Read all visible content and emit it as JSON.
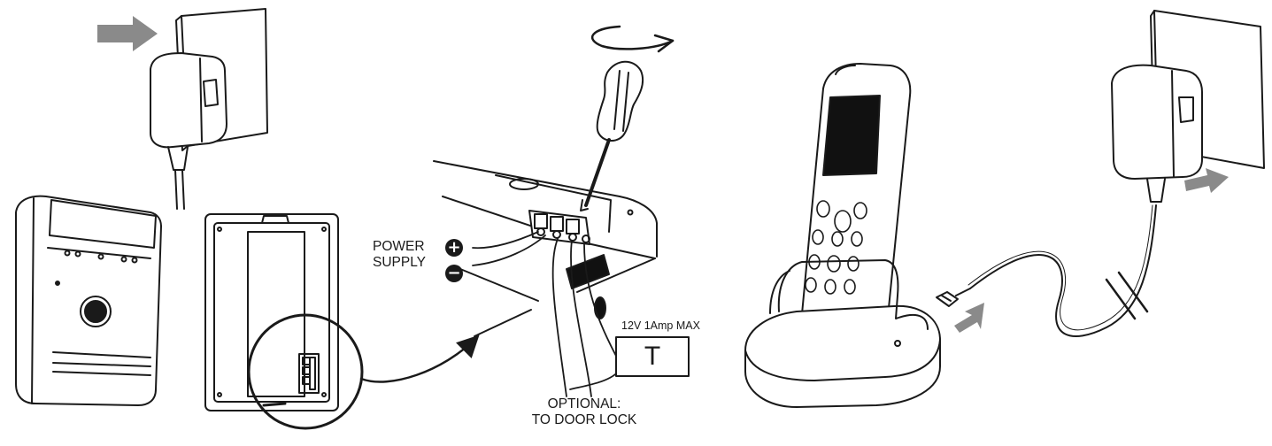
{
  "labels": {
    "power_line1": "POWER",
    "power_line2": "SUPPLY",
    "plus_symbol": "+",
    "minus_symbol": "−",
    "rating": "12V 1Amp MAX",
    "terminal_mark": "T",
    "optional_line1": "OPTIONAL:",
    "optional_line2": "TO DOOR LOCK"
  },
  "colors": {
    "line": "#1a1a1a",
    "arrow_fill": "#8a8a8a",
    "screen": "#111111",
    "background": "#ffffff"
  },
  "icons": [
    "insert-arrow-icon",
    "rotate-arrow-icon",
    "screwdriver-icon",
    "plug-adapter-icon",
    "usb-plug-icon",
    "cable-break-icon"
  ]
}
